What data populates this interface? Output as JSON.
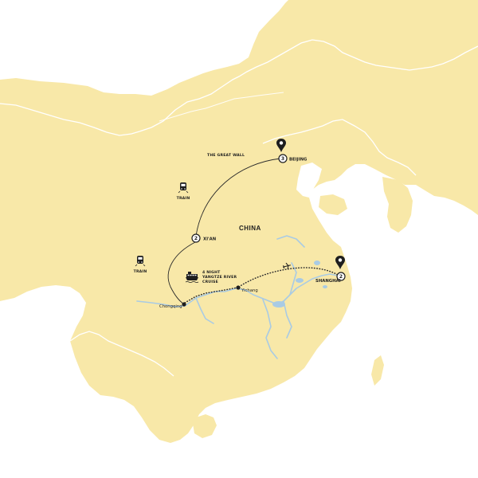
{
  "map": {
    "country_label": "CHINA",
    "landmark_label": "THE GREAT WALL",
    "cities": [
      {
        "name": "BEIJING",
        "night_count": "3"
      },
      {
        "name": "XI'AN",
        "night_count": "2"
      },
      {
        "name": "SHANGHAI",
        "night_count": "2"
      },
      {
        "name": "Chongqing"
      },
      {
        "name": "Yichang"
      }
    ],
    "transport_labels": [
      {
        "type": "train",
        "text": "TRAIN"
      },
      {
        "type": "train",
        "text": "TRAIN"
      },
      {
        "type": "cruise",
        "line1": "4 NIGHT",
        "line2": "YANGTZE RIVER",
        "line3": "CRUISE"
      }
    ],
    "icons": [
      "pin-icon",
      "train-icon",
      "ship-icon",
      "plane-icon"
    ],
    "colors": {
      "land": "#f8e8a8",
      "border": "#ffffff",
      "water": "#a9cbe4",
      "route": "#2b2b2b",
      "sea": "#ffffff"
    }
  }
}
